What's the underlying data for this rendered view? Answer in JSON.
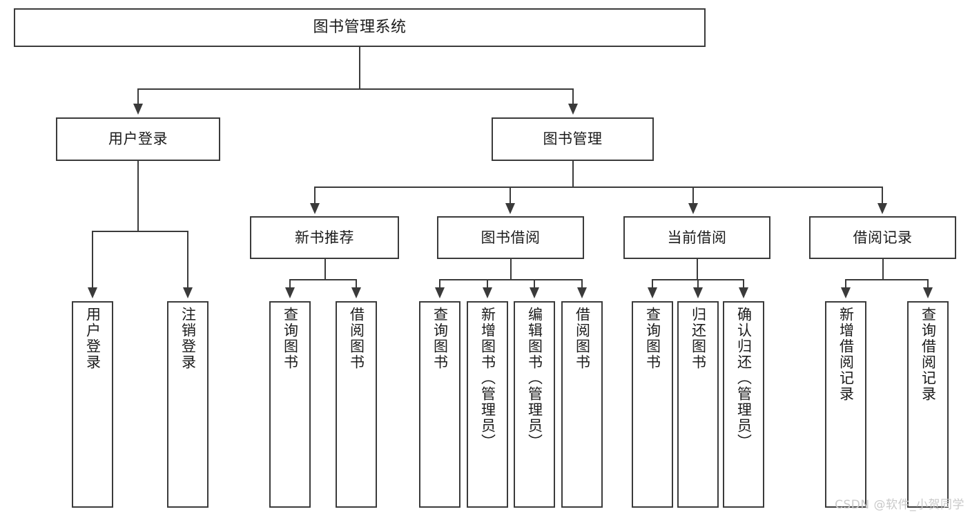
{
  "diagram": {
    "title": "图书管理系统",
    "watermark": "CSDN @软件_小贺同学",
    "colors": {
      "border": "#3a3a3a",
      "background": "#ffffff",
      "text": "#1b1b1b",
      "watermark": "#c9c9c9"
    },
    "root": {
      "label": "图书管理系统"
    },
    "level2": [
      {
        "label": "用户登录"
      },
      {
        "label": "图书管理"
      }
    ],
    "level3": [
      {
        "label": "新书推荐"
      },
      {
        "label": "图书借阅"
      },
      {
        "label": "当前借阅"
      },
      {
        "label": "借阅记录"
      }
    ],
    "leaves": {
      "user_login": [
        {
          "label": "用户登录"
        },
        {
          "label": "注销登录"
        }
      ],
      "new_book_recommend": [
        {
          "label": "查询图书"
        },
        {
          "label": "借阅图书"
        }
      ],
      "book_borrow": [
        {
          "label": "查询图书"
        },
        {
          "label": "新增图书（管理员）"
        },
        {
          "label": "编辑图书（管理员）"
        },
        {
          "label": "借阅图书"
        }
      ],
      "current_borrow": [
        {
          "label": "查询图书"
        },
        {
          "label": "归还图书"
        },
        {
          "label": "确认归还（管理员）"
        }
      ],
      "borrow_record": [
        {
          "label": "新增借阅记录"
        },
        {
          "label": "查询借阅记录"
        }
      ]
    }
  }
}
